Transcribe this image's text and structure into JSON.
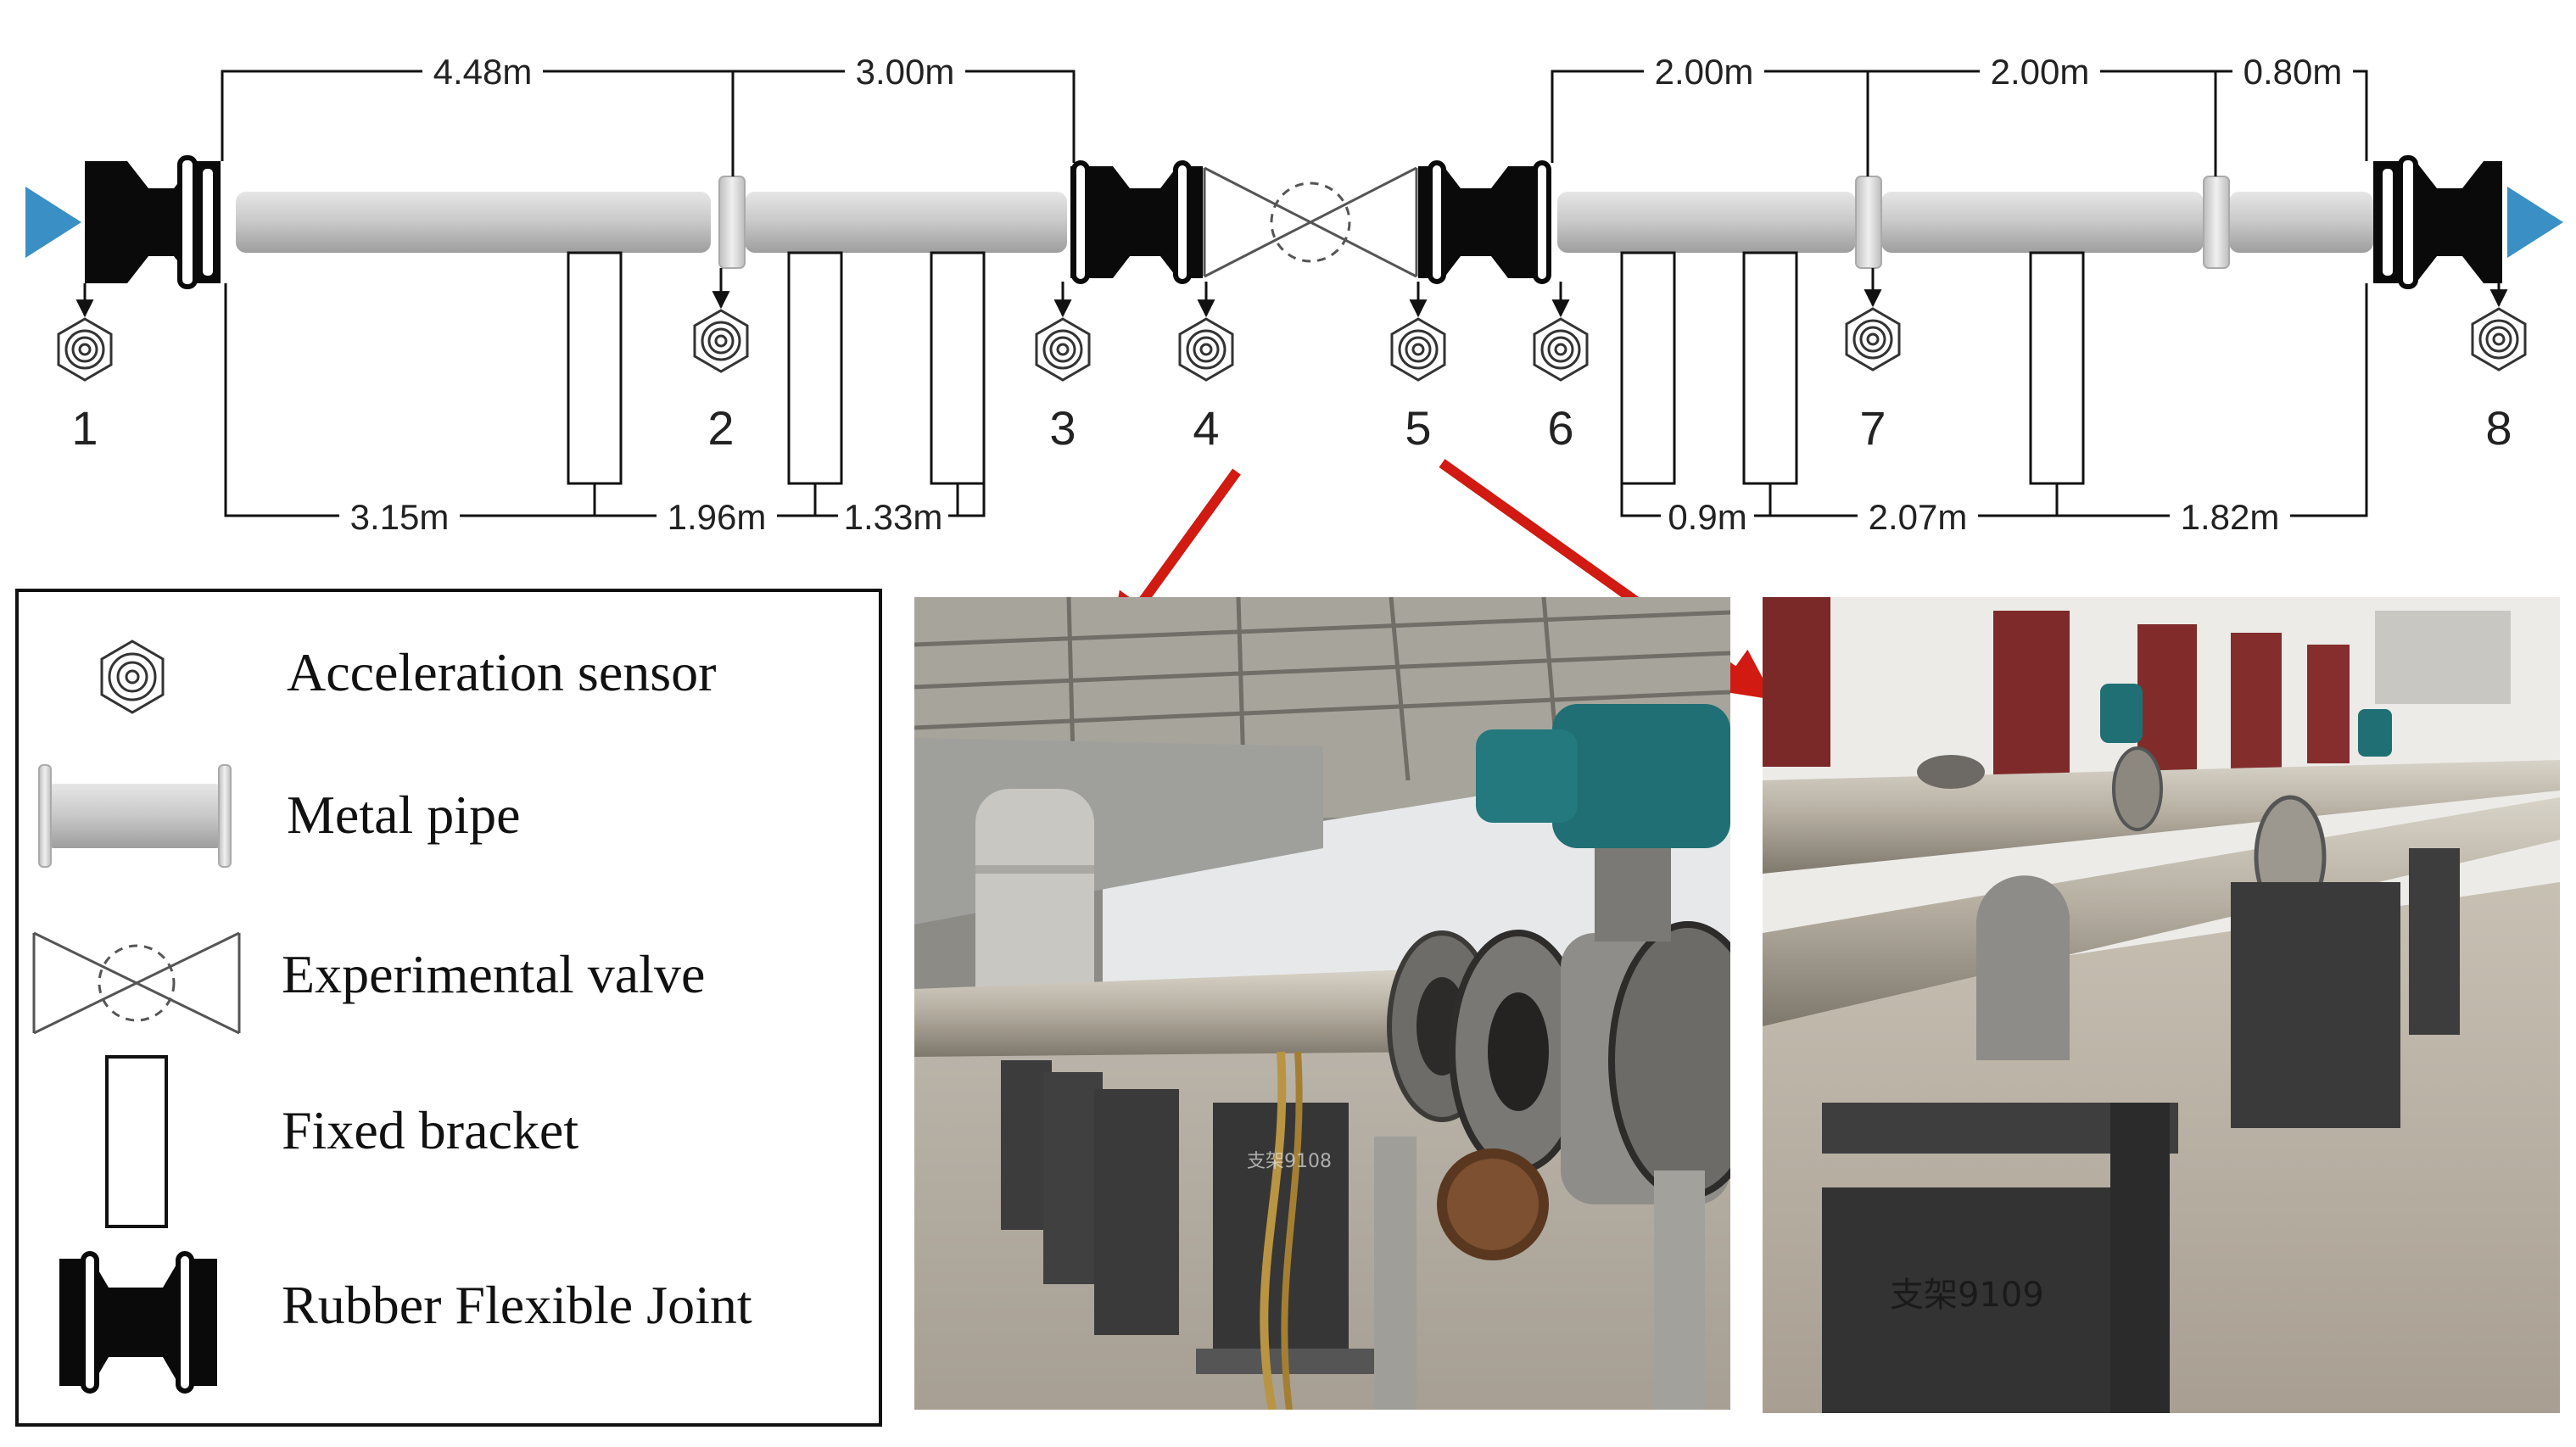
{
  "top_dimensions": {
    "left": [
      "4.48m",
      "3.00m"
    ],
    "right": [
      "2.00m",
      "2.00m",
      "0.80m"
    ]
  },
  "bottom_dimensions": {
    "left": [
      "3.15m",
      "1.96m",
      "1.33m"
    ],
    "right": [
      "0.9m",
      "2.07m",
      "1.82m"
    ]
  },
  "sensor_numbers": [
    "1",
    "2",
    "3",
    "4",
    "5",
    "6",
    "7",
    "8"
  ],
  "legend": {
    "items": [
      {
        "icon": "acceleration-sensor-icon",
        "label": "Acceleration sensor"
      },
      {
        "icon": "metal-pipe-icon",
        "label": "Metal pipe"
      },
      {
        "icon": "experimental-valve-icon",
        "label": "Experimental valve"
      },
      {
        "icon": "fixed-bracket-icon",
        "label": "Fixed bracket"
      },
      {
        "icon": "rubber-flexible-joint-icon",
        "label": "Rubber Flexible Joint"
      }
    ]
  },
  "photos": [
    {
      "name": "valve-photo",
      "handwritten": "支架9108"
    },
    {
      "name": "pipeline-photo",
      "handwritten": "支架9109"
    }
  ],
  "colors": {
    "flow_arrow": "#3a8fc4",
    "pointer_arrow": "#d01a12",
    "joint": "#0a0a0a",
    "pipe": "#cfcfcf",
    "valve_actuator": "#1f6f74"
  }
}
